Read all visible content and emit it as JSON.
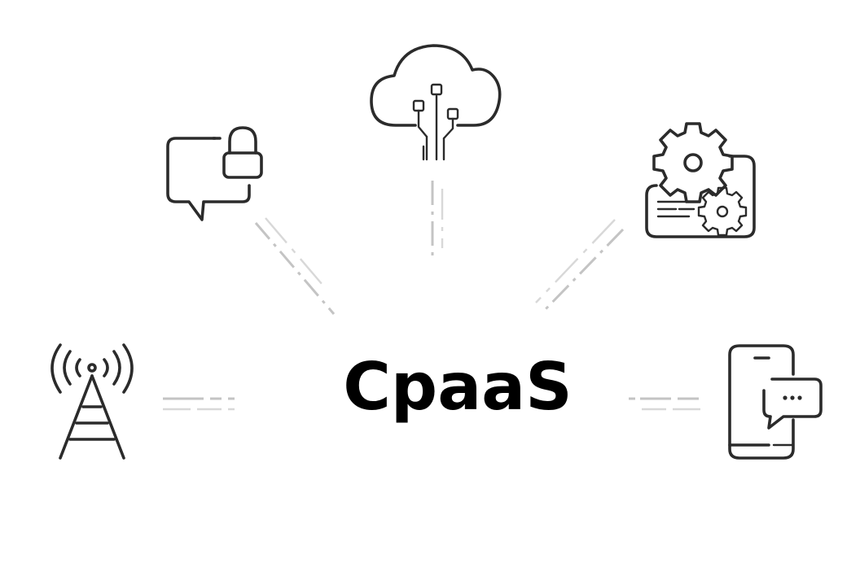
{
  "center": {
    "label": "CpaaS"
  },
  "nodes": [
    {
      "id": "secure-messaging",
      "icon": "chat-lock-icon"
    },
    {
      "id": "cloud",
      "icon": "cloud-circuit-icon"
    },
    {
      "id": "settings-panel",
      "icon": "gears-panel-icon"
    },
    {
      "id": "cell-tower",
      "icon": "radio-tower-icon"
    },
    {
      "id": "mobile-chat",
      "icon": "smartphone-chat-icon"
    }
  ],
  "colors": {
    "icon_stroke": "#2b2b2b",
    "connector": "#c4c4c4",
    "label": "#000000",
    "background": "#ffffff"
  }
}
